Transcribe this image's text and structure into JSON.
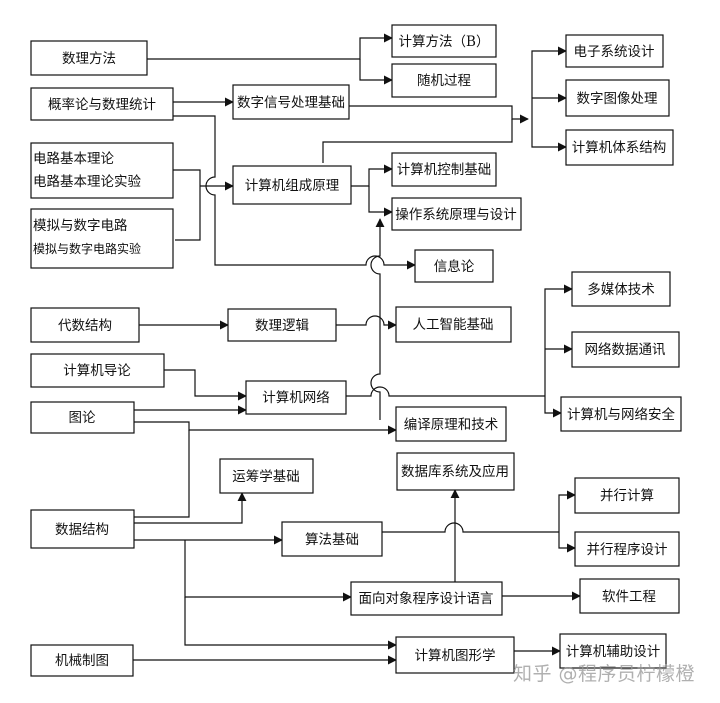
{
  "nodes": {
    "shuli_fangfa": "数理方法",
    "gailv": "概率论与数理统计",
    "dianlu_1": "电路基本理论",
    "dianlu_2": "电路基本理论实验",
    "moni_1": "模拟与数字电路",
    "moni_2": "模拟与数字电路实验",
    "daishu": "代数结构",
    "jsj_daolun": "计算机导论",
    "tulun": "图论",
    "shuju_jiegou": "数据结构",
    "jixie_zhitu": "机械制图",
    "jisuan_fangfa": "计算方法（B）",
    "suiji_guocheng": "随机过程",
    "shuzi_xinhao": "数字信号处理基础",
    "zucheng_yuanli": "计算机组成原理",
    "kongzhi": "计算机控制基础",
    "caozuo_xitong": "操作系统原理与设计",
    "xinxilun": "信息论",
    "shuli_luoji": "数理逻辑",
    "rengong_zhineng": "人工智能基础",
    "jsj_wangluo": "计算机网络",
    "bianyi": "编译原理和技术",
    "yunchou": "运筹学基础",
    "shujuku": "数据库系统及应用",
    "suanfa": "算法基础",
    "mianxiang_duixiang": "面向对象程序设计语言",
    "jsj_tuxingxue": "计算机图形学",
    "dianzi_xitong": "电子系统设计",
    "shuzi_tuxiang": "数字图像处理",
    "tixi_jiegou": "计算机体系结构",
    "duomeiti": "多媒体技术",
    "wangluo_tongxun": "网络数据通讯",
    "wangluo_anquan": "计算机与网络安全",
    "bingxing_jisuan": "并行计算",
    "bingxing_chengxu": "并行程序设计",
    "ruanjian_gongcheng": "软件工程",
    "fuzhu_sheji": "计算机辅助设计"
  },
  "watermark": "知乎 @程序员柠檬橙"
}
